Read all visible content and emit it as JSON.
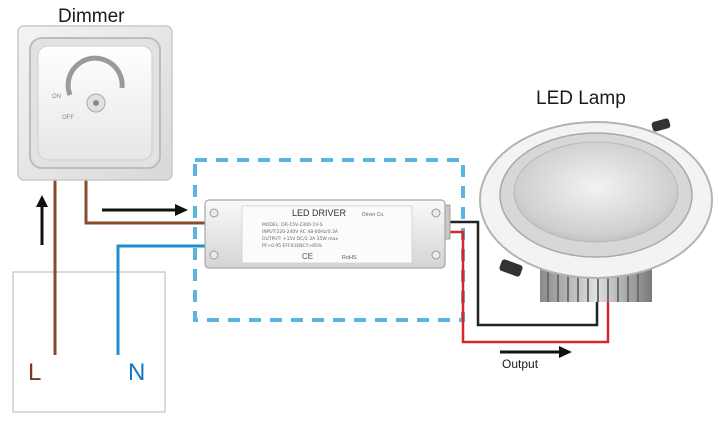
{
  "labels": {
    "dimmer": "Dimmer",
    "led_lamp": "LED Lamp",
    "live": "L",
    "neutral": "N",
    "output": "Output"
  },
  "dimmer_switch": {
    "on_label": "ON",
    "off_label": "OFF"
  },
  "driver": {
    "title": "LED DRIVER",
    "brand": "Driver Co.",
    "spec_lines": [
      "MODEL: DR-15V-2300-1V-S",
      "INPUT:220-240V AC 48-60Hz/0.3A",
      "OUTPUT: +15V DC/2.3A 35W max",
      "PF>0.95 EFFICIENCY>85%"
    ],
    "marks": [
      "CE",
      "RoHS"
    ]
  },
  "colors": {
    "live_wire": "#8b4a2b",
    "neutral_wire": "#1e8fd0",
    "output_positive": "#d9262b",
    "output_negative": "#222222",
    "dashed_box": "#5ab4e0",
    "label_live": "#7a3b1c",
    "label_neutral": "#1677c4"
  },
  "icons": [
    "dimmer-knob-icon",
    "arrow-right-icon",
    "arrow-up-icon"
  ]
}
